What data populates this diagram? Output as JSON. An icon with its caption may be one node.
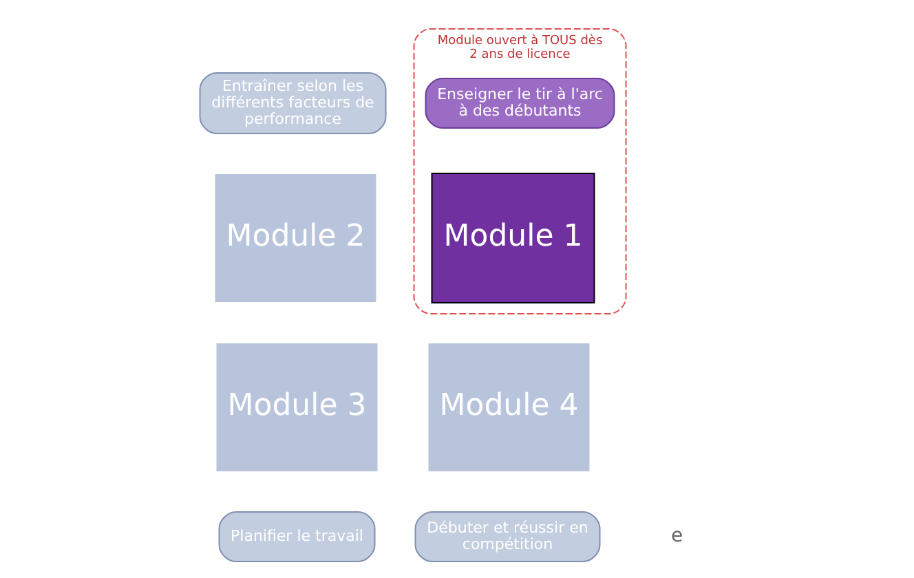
{
  "diagram": {
    "nodes": [
      {
        "text": [
          "Module ouvert à TOUS dès 2 ans de licence"
        ]
      },
      {
        "text": [
          "Module 1"
        ],
        "in": 0
      },
      {
        "text": [
          "Enseigner le tir à l'arc à des débutants"
        ],
        "in": 0
      },
      {
        "text": [
          "Entraîner selon les différents facteurs de performance"
        ]
      },
      {
        "text": [
          "Module 2"
        ]
      },
      {
        "text": [
          "Module 3"
        ]
      },
      {
        "text": [
          "Module 4"
        ]
      },
      {
        "text": [
          "Planifier le travail"
        ]
      },
      {
        "text": [
          "Débuter et réussir en compétition"
        ]
      }
    ],
    "edges": [],
    "labels": [
      "e"
    ]
  }
}
